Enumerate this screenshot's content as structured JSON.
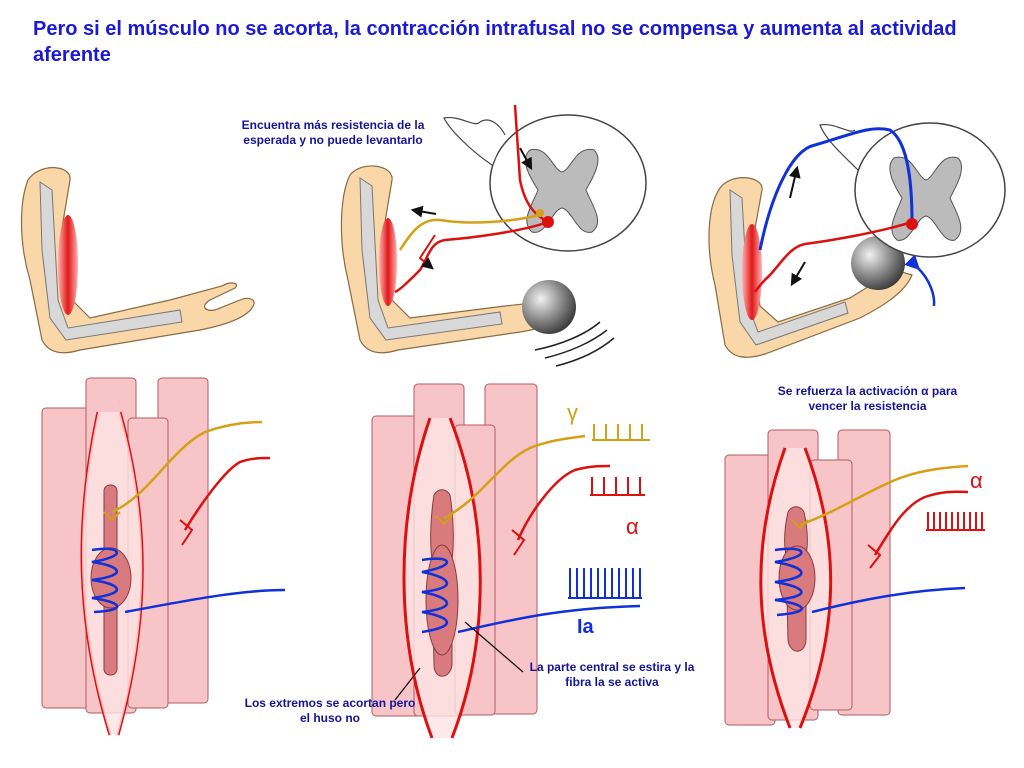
{
  "title": "Pero si el músculo no se acorta, la contracción intrafusal no se compensa y aumenta al actividad aferente",
  "captions": {
    "resistance": "Encuentra más resistencia de la esperada y no puede levantarlo",
    "alpha_reinforced": "Se refuerza la activación α para vencer la resistencia",
    "center_stretch": "La parte central se estira y la fibra la se activa",
    "ends_shorten": "Los extremos se acortan pero el huso no"
  },
  "labels": {
    "gamma": "γ",
    "alpha_mid": "α",
    "alpha_right": "α",
    "ia": "Ia"
  },
  "colors": {
    "title": "#1a1ad6",
    "caption": "#14149a",
    "alpha_motor": "#dd1010",
    "gamma_motor": "#d4a017",
    "ia_afferent": "#1030d8",
    "extrafusal": "#f7c5c8",
    "spindle": "#d97a7e",
    "skin": "#f9d7a8",
    "bone": "#d8d8d8",
    "cord_gray": "#bbbbbb"
  }
}
